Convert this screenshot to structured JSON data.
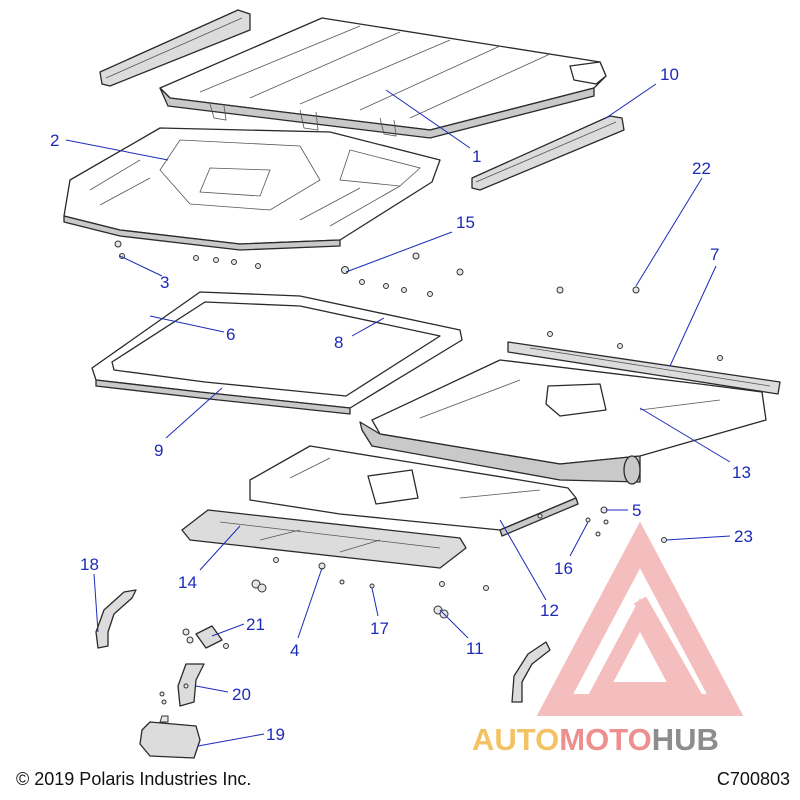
{
  "callouts": [
    {
      "id": "1",
      "label": "1"
    },
    {
      "id": "2",
      "label": "2"
    },
    {
      "id": "3",
      "label": "3"
    },
    {
      "id": "4",
      "label": "4"
    },
    {
      "id": "5",
      "label": "5"
    },
    {
      "id": "6",
      "label": "6"
    },
    {
      "id": "7",
      "label": "7"
    },
    {
      "id": "8",
      "label": "8"
    },
    {
      "id": "9",
      "label": "9"
    },
    {
      "id": "10",
      "label": "10"
    },
    {
      "id": "11",
      "label": "11"
    },
    {
      "id": "12",
      "label": "12"
    },
    {
      "id": "13",
      "label": "13"
    },
    {
      "id": "14",
      "label": "14"
    },
    {
      "id": "15",
      "label": "15"
    },
    {
      "id": "16",
      "label": "16"
    },
    {
      "id": "17",
      "label": "17"
    },
    {
      "id": "18",
      "label": "18"
    },
    {
      "id": "19",
      "label": "19"
    },
    {
      "id": "20",
      "label": "20"
    },
    {
      "id": "21",
      "label": "21"
    },
    {
      "id": "22",
      "label": "22"
    },
    {
      "id": "23",
      "label": "23"
    }
  ],
  "footer": {
    "copyright": "© 2019 Polaris Industries Inc.",
    "diagram_code": "C700803"
  },
  "watermark": {
    "part1": "AUTO",
    "part2": "MOTO",
    "part3": "HUB",
    "colors": {
      "auto": "#f2b84a",
      "moto": "#ec7c7c",
      "hub": "#7a7a7a",
      "logo": "#ee8a8a"
    }
  }
}
